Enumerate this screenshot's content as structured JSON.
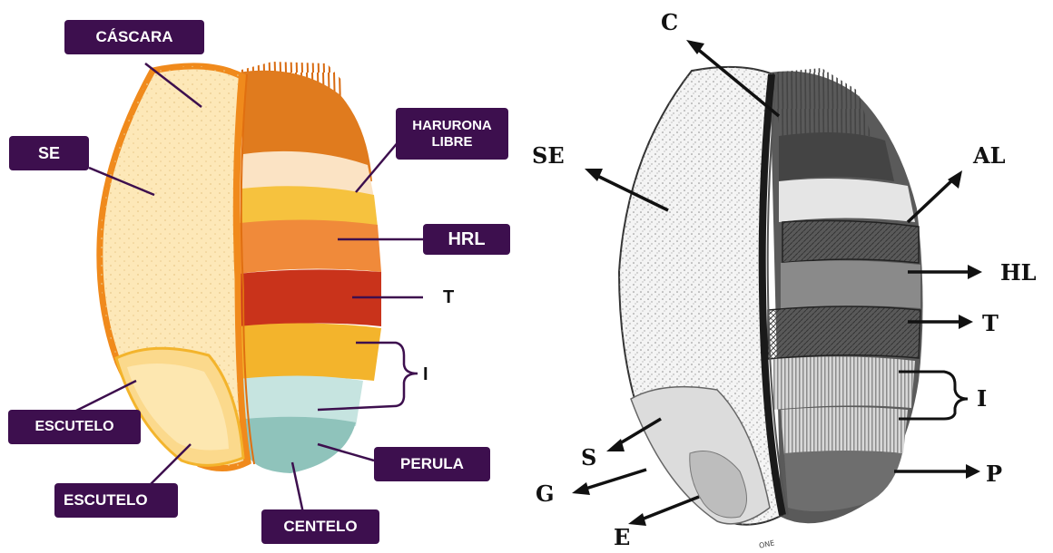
{
  "left_diagram": {
    "labels": {
      "cascara": "CÁSCARA",
      "se": "SE",
      "harurona_libre_1": "HARURONA",
      "harurona_libre_2": "LIBRE",
      "hrl": "HRL",
      "t": "T",
      "i": "I",
      "escutelo_1": "ESCUTELO",
      "escutelo_2": "ESCUTELO",
      "perula": "PERULA",
      "centelo": "CENTELO"
    },
    "colors": {
      "label_bg": "#3d0f4e",
      "husk_outline": "#f08a1c",
      "endosperm": "#fde8b8",
      "layer_yellow": "#f6c23e",
      "layer_orange": "#f08a3a",
      "layer_red": "#c9331b",
      "layer_teal": "#bfe0dc"
    }
  },
  "right_diagram": {
    "labels": {
      "c": "C",
      "se": "SE",
      "al": "AL",
      "hl": "HL",
      "t": "T",
      "i": "I",
      "s": "S",
      "g": "G",
      "e": "E",
      "p": "P"
    },
    "watermark": "ONE"
  }
}
